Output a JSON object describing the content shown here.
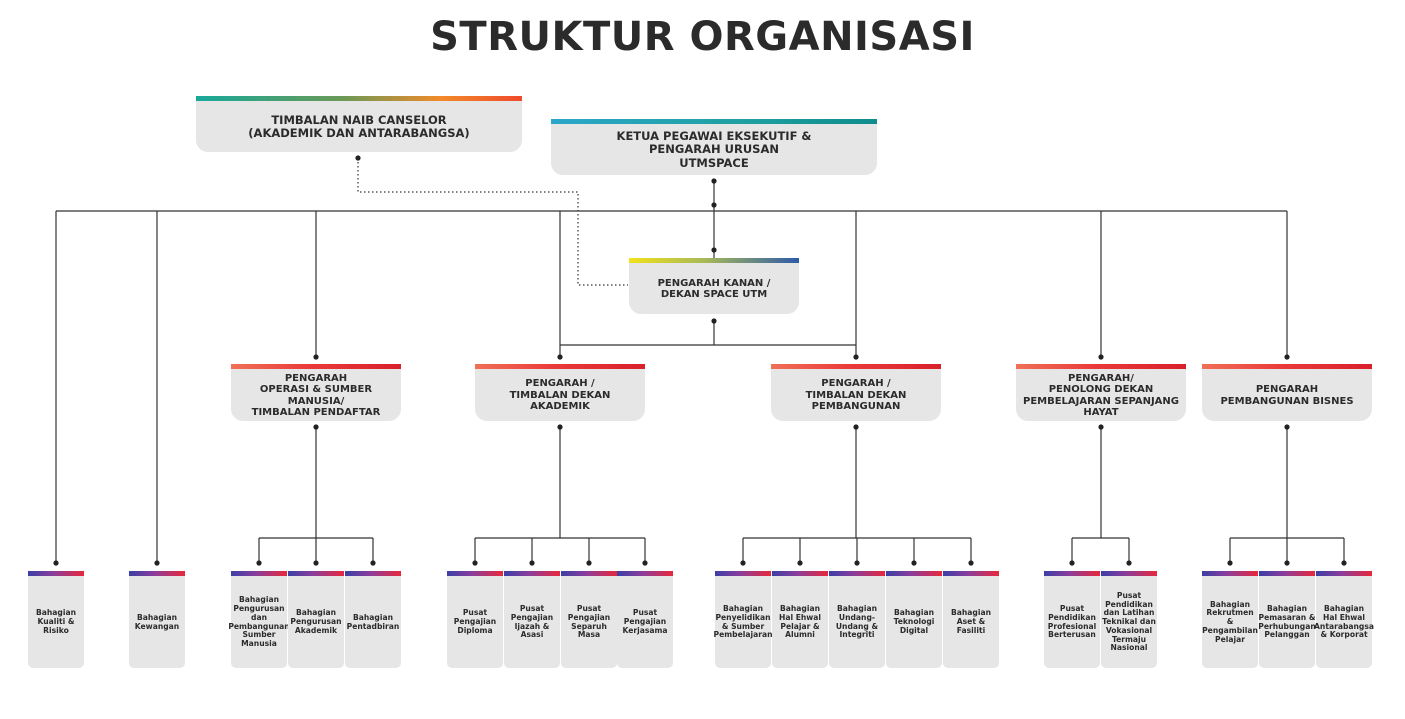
{
  "title": "STRUKTUR ORGANISASI",
  "top": {
    "tnc": "TIMBALAN NAIB CANSELOR\n(AKADEMIK DAN ANTARABANGSA)",
    "ceo": "KETUA PEGAWAI EKSEKUTIF &\nPENGARAH URUSAN\nUTMSPACE",
    "dean": "PENGARAH KANAN /\nDEKAN SPACE UTM"
  },
  "directors": [
    "PENGARAH\nOPERASI & SUMBER MANUSIA/\nTIMBALAN PENDAFTAR",
    "PENGARAH /\nTIMBALAN DEKAN\nAKADEMIK",
    "PENGARAH /\nTIMBALAN DEKAN\nPEMBANGUNAN",
    "PENGARAH/\nPENOLONG DEKAN\nPEMBELAJARAN SEPANJANG\nHAYAT",
    "PENGARAH\nPEMBANGUNAN BISNES"
  ],
  "units": [
    "Bahagian\nKualiti &\nRisiko",
    "Bahagian\nKewangan",
    "Bahagian\nPengurusan\ndan\nPembangunan\nSumber\nManusia",
    "Bahagian\nPengurusan\nAkademik",
    "Bahagian\nPentadbiran",
    "Pusat\nPengajian\nDiploma",
    "Pusat\nPengajian\nIjazah &\nAsasi",
    "Pusat\nPengajian\nSeparuh Masa",
    "Pusat\nPengajian\nKerjasama",
    "Bahagian\nPenyelidikan\n& Sumber\nPembelajaran",
    "Bahagian\nHal Ehwal\nPelajar &\nAlumni",
    "Bahagian\nUndang-\nUndang &\nIntegriti",
    "Bahagian\nTeknologi\nDigital",
    "Bahagian\nAset &\nFasiliti",
    "Pusat\nPendidikan\nProfesional\nBerterusan",
    "Pusat\nPendidikan\ndan Latihan\nTeknikal dan\nVokasional\nTermaju\nNasional",
    "Bahagian\nRekrutmen &\nPengambilan\nPelajar",
    "Bahagian\nPemasaran &\nPerhubungan\nPelanggan",
    "Bahagian\nHal Ehwal\nAntarabangsa\n& Korporat"
  ]
}
